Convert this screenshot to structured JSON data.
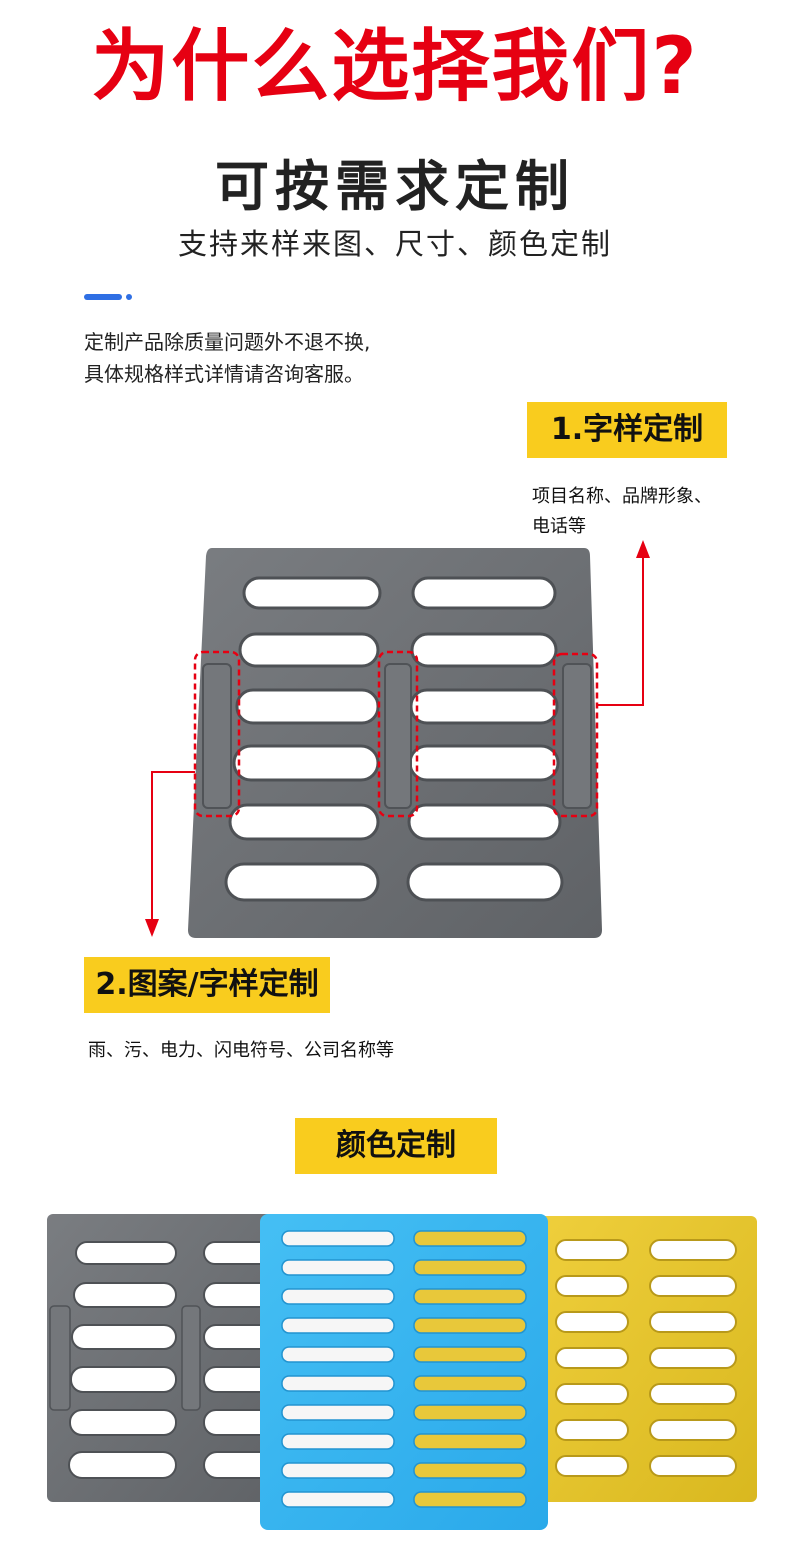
{
  "hero": {
    "title": "为什么选择我们?"
  },
  "intro": {
    "heading": "可按需求定制",
    "subheading": "支持来样来图、尺寸、颜色定制",
    "notice_line1": "定制产品除质量问题外不退不换,",
    "notice_line2": "具体规格样式详情请咨询客服。"
  },
  "custom_text": {
    "label": "1.字样定制",
    "desc_line1": "项目名称、品牌形象、",
    "desc_line2": "电话等"
  },
  "custom_pattern": {
    "label": "2.图案/字样定制",
    "desc": "雨、污、电力、闪电符号、公司名称等"
  },
  "custom_color": {
    "label": "颜色定制"
  },
  "colors": {
    "red": "#e60012",
    "tag_yellow": "#f9cc1e",
    "accent_blue": "#2f6fe4",
    "grate_gray": "#6e7175",
    "grate_blue": "#35b4ef",
    "grate_yellow": "#e6c52e"
  }
}
